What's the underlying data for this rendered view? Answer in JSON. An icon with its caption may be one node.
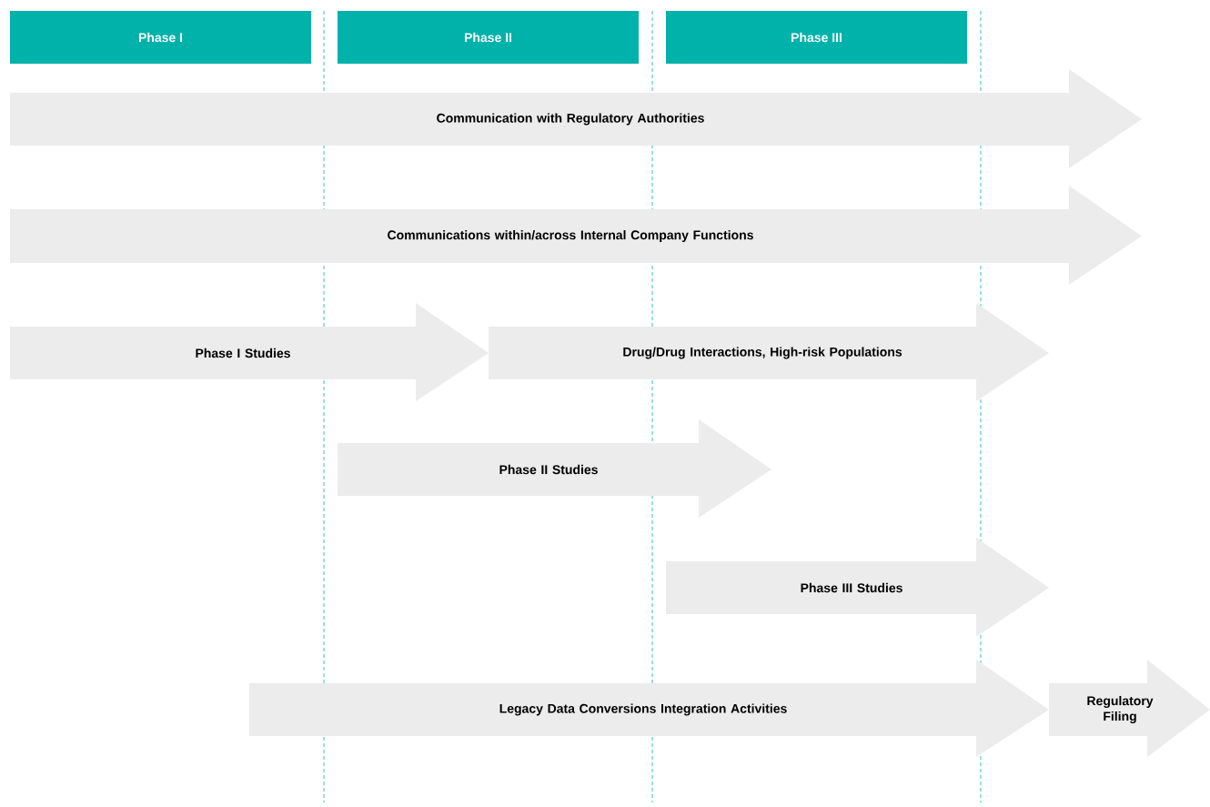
{
  "diagram": {
    "nodes": [
      {
        "text": [
          "Phase I"
        ]
      },
      {
        "text": [
          "Phase II"
        ]
      },
      {
        "text": [
          "Phase III"
        ]
      },
      {
        "text": [
          "Communication with Regulatory Authorities"
        ]
      },
      {
        "text": [
          "Communications within/across Internal Company Functions"
        ]
      },
      {
        "text": [
          "Phase I Studies"
        ]
      },
      {
        "text": [
          "Drug/Drug Interactions, High-risk Populations"
        ]
      },
      {
        "text": [
          "Phase II Studies"
        ]
      },
      {
        "text": [
          "Phase III Studies"
        ]
      },
      {
        "text": [
          "Legacy Data Conversions Integration Activities"
        ]
      },
      {
        "text": [
          "Regulatory Filing"
        ]
      }
    ]
  }
}
